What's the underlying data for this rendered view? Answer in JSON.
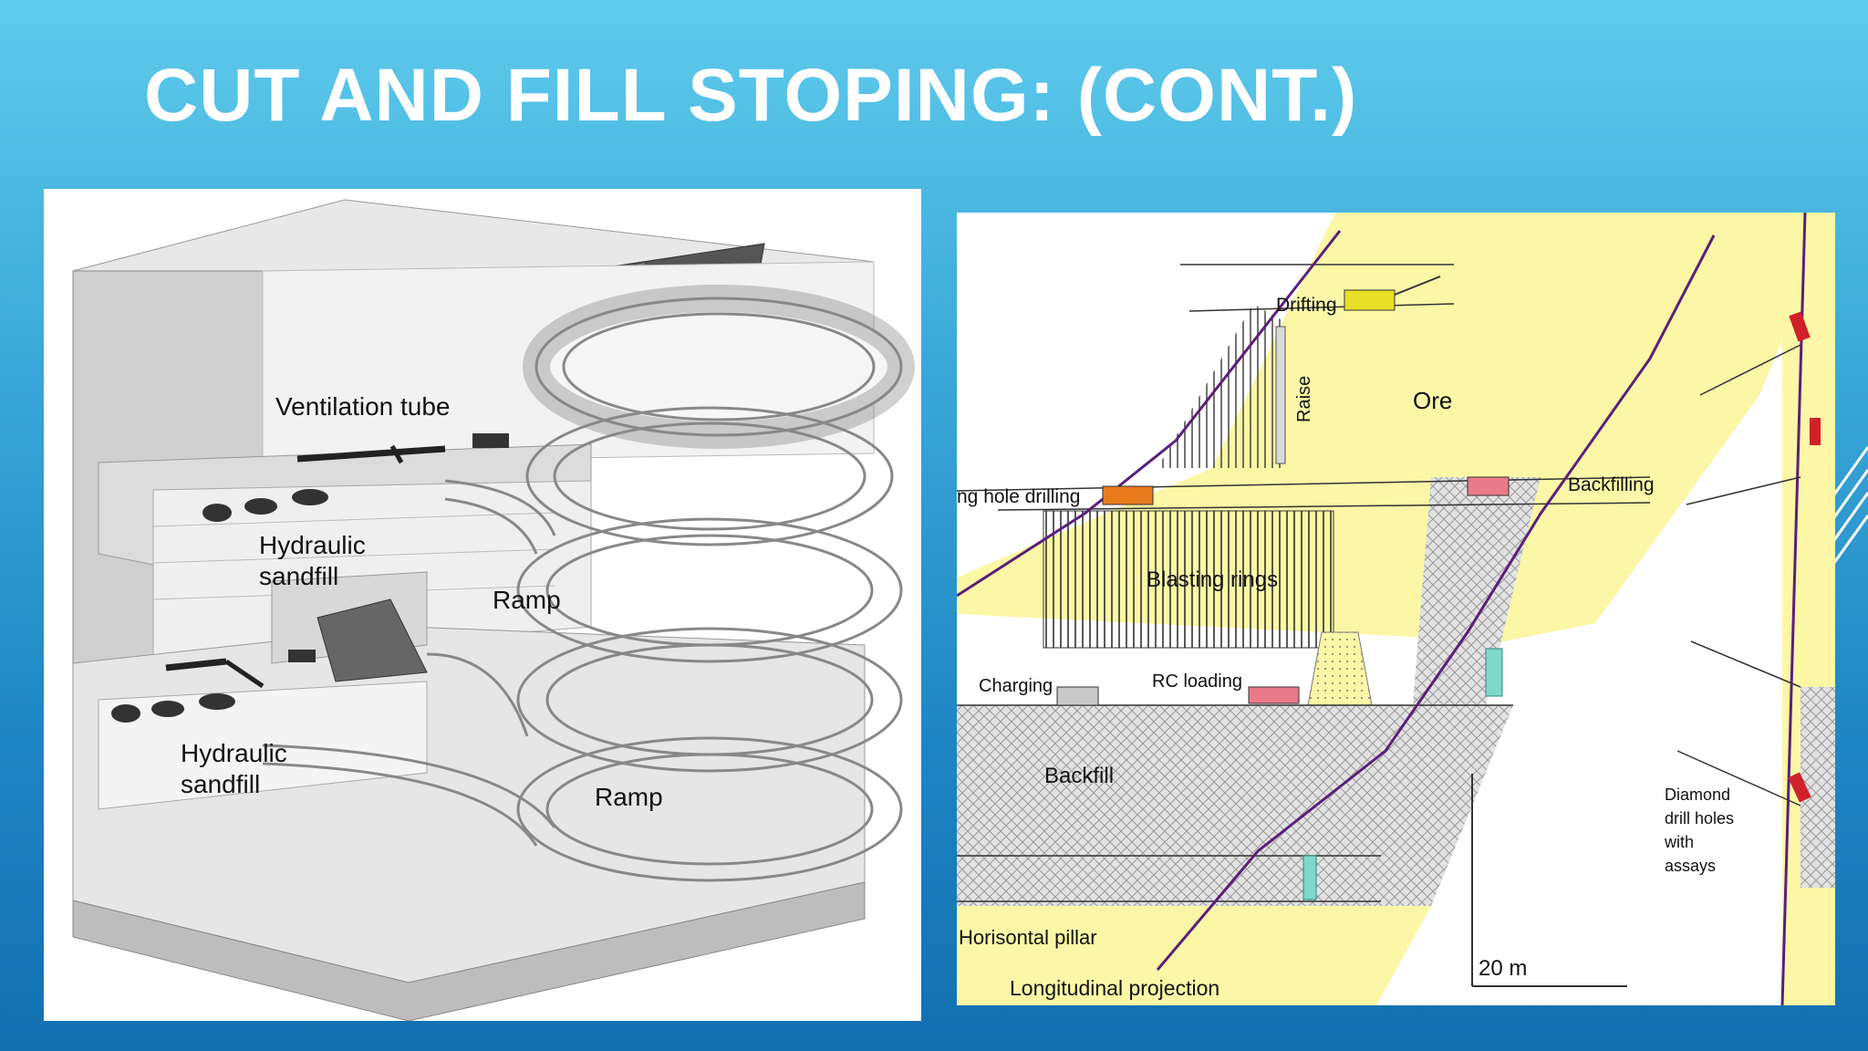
{
  "slide": {
    "title": "CUT AND FILL STOPING: (CONT.)"
  },
  "figure_left": {
    "labels": {
      "ventilation_tube": "Ventilation tube",
      "hydraulic_1": "Hydraulic",
      "sandfill_1": "sandfill",
      "ramp_upper": "Ramp",
      "hydraulic_2": "Hydraulic",
      "sandfill_2": "sandfill",
      "ramp_lower": "Ramp"
    }
  },
  "figure_right": {
    "labels": {
      "drifting": "Drifting",
      "raise": "Raise",
      "ore": "Ore",
      "long_hole_drilling": "ng hole drilling",
      "backfilling": "Backfilling",
      "blasting_rings": "Blasting rings",
      "charging": "Charging",
      "rc_loading": "RC loading",
      "backfill": "Backfill",
      "horisontal_pillar": "Horisontal pillar",
      "longitudinal_projection": "Longitudinal projection",
      "scale": "20 m",
      "diamond_1": "Diamond",
      "diamond_2": "drill holes",
      "diamond_3": "with",
      "diamond_4": "assays"
    }
  },
  "colors": {
    "ore_yellow": "#fbf7a6",
    "boundary_purple": "#5a1f7a",
    "sky_blue": "#5fcbec"
  }
}
